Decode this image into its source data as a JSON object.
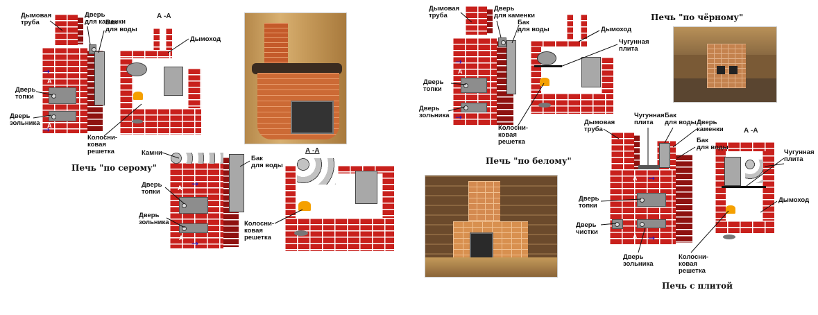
{
  "panel1": {
    "labels": {
      "chimney": "Дымовая\nтруба",
      "stone_door": "Дверь\nдля каменки",
      "water_tank": "Бак\nдля воды",
      "flue": "Дымоход",
      "firebox_door": "Дверь\nтопки",
      "ash_door": "Дверь\nзольника",
      "grate": "Колосни-\nковая\nрешетка",
      "section": "А -А",
      "mark": "А"
    }
  },
  "panel_gray": {
    "title": "Печь \"по серому\"",
    "labels": {
      "stones": "Камни",
      "water_tank": "Бак\nдля воды",
      "firebox_door": "Дверь\nтопки",
      "ash_door": "Дверь\nзольника",
      "grate": "Колосни-\nковая\nрешетка",
      "section": "А -А",
      "mark": "А"
    }
  },
  "panel_black": {
    "title": "Печь \"по чёрному\"",
    "labels": {
      "chimney": "Дымовая\nтруба",
      "stone_door": "Дверь\nдля каменки",
      "water_tank": "Бак\nдля воды",
      "flue": "Дымоход",
      "cast_plate": "Чугунная\nплита",
      "firebox_door": "Дверь\nтопки",
      "ash_door": "Дверь\nзольника",
      "grate": "Колосни-\nковая\nрешетка",
      "mark": "А"
    }
  },
  "panel_white": {
    "title": "Печь \"по белому\""
  },
  "panel_plate": {
    "title": "Печь с плитой",
    "labels": {
      "chimney": "Дымовая\nтруба",
      "cast_plate": "Чугунная\nплита",
      "water_tank_top": "Бак\nдля воды",
      "stone_door": "Дверь\nкаменки",
      "water_tank": "Бак\nдля воды",
      "cast_plate_right": "Чугунная\nплита",
      "flue": "Дымоход",
      "firebox_door": "Дверь\nтопки",
      "clean_door": "Дверь\nчистки",
      "ash_door": "Дверь\nзольника",
      "grate": "Колосни-\nковая\nрешетка",
      "section": "А -А",
      "mark": "А"
    }
  },
  "colors": {
    "brick": "#c8201c",
    "brick_side": "#8e1210",
    "metal": "#8d8d8d",
    "arrow": "#1a1acc"
  }
}
